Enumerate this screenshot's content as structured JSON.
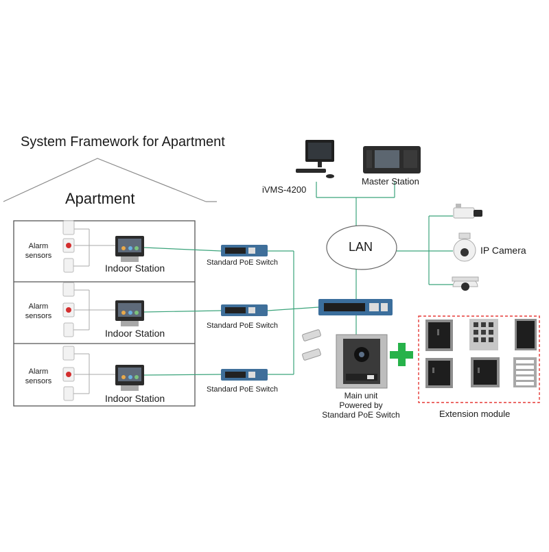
{
  "title": "System Framework for Apartment",
  "house_label": "Apartment",
  "floors": [
    {
      "alarm_label": "Alarm\nsensors",
      "indoor_label": "Indoor Station",
      "switch_label": "Standard PoE Switch"
    },
    {
      "alarm_label": "Alarm\nsensors",
      "indoor_label": "Indoor Station",
      "switch_label": "Standard PoE Switch"
    },
    {
      "alarm_label": "Alarm\nsensors",
      "indoor_label": "Indoor Station",
      "switch_label": "Standard PoE Switch"
    }
  ],
  "lan_label": "LAN",
  "ivms_label": "iVMS-4200",
  "master_label": "Master Station",
  "ip_camera_label": "IP Camera",
  "main_unit": {
    "line1": "Main unit",
    "line2": "Powered by",
    "line3": "Standard PoE Switch"
  },
  "extension_label": "Extension module",
  "module_captions": [
    "",
    "",
    "",
    "",
    "",
    ""
  ],
  "colors": {
    "link": "#3aa37a",
    "outline": "#9a9a9a",
    "plus": "#27b24a",
    "dash": "#e53935"
  }
}
